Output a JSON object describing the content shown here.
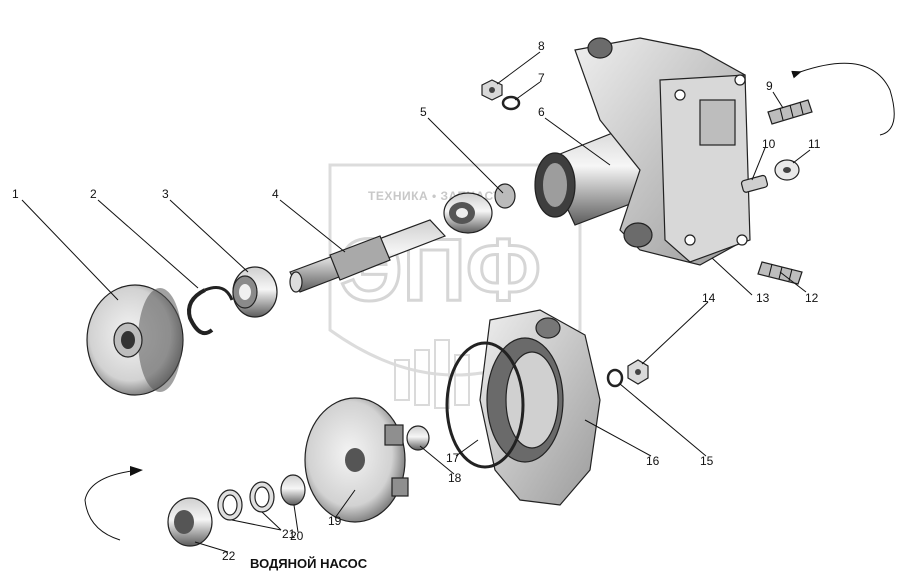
{
  "title": "ВОДЯНОЙ НАСОС",
  "watermark": {
    "tagline": "ТЕХНИКА • ЗАПЧАСТИ",
    "logo": "ЭПФ"
  },
  "callouts": [
    "1",
    "2",
    "3",
    "4",
    "5",
    "6",
    "7",
    "8",
    "9",
    "10",
    "11",
    "12",
    "13",
    "14",
    "15",
    "16",
    "17",
    "18",
    "19",
    "20",
    "21",
    "21",
    "22"
  ],
  "colors": {
    "line": "#111111",
    "part_fill": "#e6e6e6",
    "part_dark": "#5a5a5a",
    "watermark": "#d6d6d6"
  }
}
